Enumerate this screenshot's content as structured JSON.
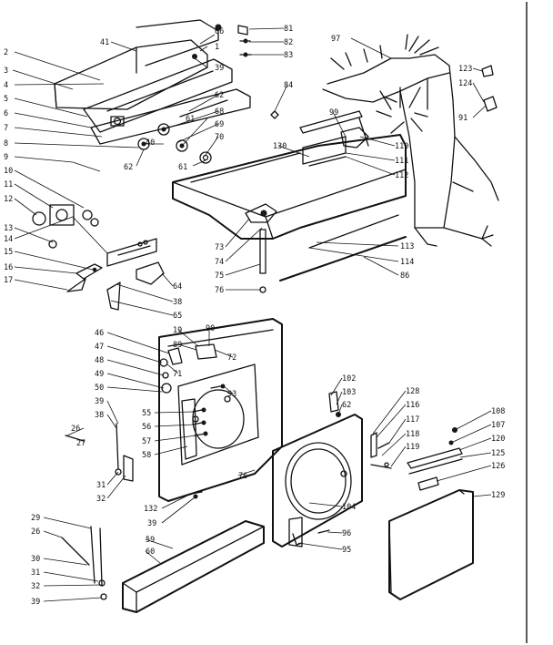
{
  "diagram": {
    "callouts": [
      {
        "id": "c2",
        "text": "2"
      },
      {
        "id": "c3",
        "text": "3"
      },
      {
        "id": "c4",
        "text": "4"
      },
      {
        "id": "c5",
        "text": "5"
      },
      {
        "id": "c6",
        "text": "6"
      },
      {
        "id": "c7",
        "text": "7"
      },
      {
        "id": "c8",
        "text": "8"
      },
      {
        "id": "c9",
        "text": "9"
      },
      {
        "id": "c10",
        "text": "10"
      },
      {
        "id": "c11",
        "text": "11"
      },
      {
        "id": "c12",
        "text": "12"
      },
      {
        "id": "c13",
        "text": "13"
      },
      {
        "id": "c14",
        "text": "14"
      },
      {
        "id": "c15",
        "text": "15"
      },
      {
        "id": "c16",
        "text": "16"
      },
      {
        "id": "c17",
        "text": "17"
      },
      {
        "id": "c41",
        "text": "41"
      },
      {
        "id": "c66",
        "text": "66"
      },
      {
        "id": "c1",
        "text": "1"
      },
      {
        "id": "c39a",
        "text": "39"
      },
      {
        "id": "c62a",
        "text": "62"
      },
      {
        "id": "c61a",
        "text": "61"
      },
      {
        "id": "c68",
        "text": "68"
      },
      {
        "id": "c69",
        "text": "69"
      },
      {
        "id": "c40",
        "text": "40"
      },
      {
        "id": "c62b",
        "text": "62"
      },
      {
        "id": "c70",
        "text": "70"
      },
      {
        "id": "c61b",
        "text": "61"
      },
      {
        "id": "c81",
        "text": "81"
      },
      {
        "id": "c82",
        "text": "82"
      },
      {
        "id": "c83",
        "text": "83"
      },
      {
        "id": "c84",
        "text": "84"
      },
      {
        "id": "c97",
        "text": "97"
      },
      {
        "id": "c123",
        "text": "123"
      },
      {
        "id": "c124",
        "text": "124"
      },
      {
        "id": "c91",
        "text": "91"
      },
      {
        "id": "c99",
        "text": "99"
      },
      {
        "id": "c130",
        "text": "130"
      },
      {
        "id": "c110",
        "text": "110"
      },
      {
        "id": "c111",
        "text": "111"
      },
      {
        "id": "c112",
        "text": "112"
      },
      {
        "id": "c73",
        "text": "73"
      },
      {
        "id": "c74",
        "text": "74"
      },
      {
        "id": "c75",
        "text": "75"
      },
      {
        "id": "c76a",
        "text": "76"
      },
      {
        "id": "c113",
        "text": "113"
      },
      {
        "id": "c114",
        "text": "114"
      },
      {
        "id": "c86",
        "text": "86"
      },
      {
        "id": "c64",
        "text": "64"
      },
      {
        "id": "c38a",
        "text": "38"
      },
      {
        "id": "c65",
        "text": "65"
      },
      {
        "id": "c46",
        "text": "46"
      },
      {
        "id": "c47",
        "text": "47"
      },
      {
        "id": "c48",
        "text": "48"
      },
      {
        "id": "c49",
        "text": "49"
      },
      {
        "id": "c50",
        "text": "50"
      },
      {
        "id": "c39b",
        "text": "39"
      },
      {
        "id": "c38b",
        "text": "38"
      },
      {
        "id": "c26a",
        "text": "26"
      },
      {
        "id": "c27",
        "text": "27"
      },
      {
        "id": "c31a",
        "text": "31"
      },
      {
        "id": "c32a",
        "text": "32"
      },
      {
        "id": "c19",
        "text": "19"
      },
      {
        "id": "c89",
        "text": "89"
      },
      {
        "id": "c71",
        "text": "71"
      },
      {
        "id": "c90",
        "text": "90"
      },
      {
        "id": "c72",
        "text": "72"
      },
      {
        "id": "c93",
        "text": "93"
      },
      {
        "id": "c55",
        "text": "55"
      },
      {
        "id": "c56",
        "text": "56"
      },
      {
        "id": "c57",
        "text": "57"
      },
      {
        "id": "c58",
        "text": "58"
      },
      {
        "id": "c76b",
        "text": "76"
      },
      {
        "id": "c132",
        "text": "132"
      },
      {
        "id": "c39c",
        "text": "39"
      },
      {
        "id": "c29",
        "text": "29"
      },
      {
        "id": "c26b",
        "text": "26"
      },
      {
        "id": "c30",
        "text": "30"
      },
      {
        "id": "c31b",
        "text": "31"
      },
      {
        "id": "c32b",
        "text": "32"
      },
      {
        "id": "c39d",
        "text": "39"
      },
      {
        "id": "c59",
        "text": "59"
      },
      {
        "id": "c60",
        "text": "60"
      },
      {
        "id": "c102",
        "text": "102"
      },
      {
        "id": "c103",
        "text": "103"
      },
      {
        "id": "c62c",
        "text": "62"
      },
      {
        "id": "c104",
        "text": "104"
      },
      {
        "id": "c96",
        "text": "96"
      },
      {
        "id": "c95",
        "text": "95"
      },
      {
        "id": "c128",
        "text": "128"
      },
      {
        "id": "c116",
        "text": "116"
      },
      {
        "id": "c117",
        "text": "117"
      },
      {
        "id": "c118",
        "text": "118"
      },
      {
        "id": "c119",
        "text": "119"
      },
      {
        "id": "c108",
        "text": "108"
      },
      {
        "id": "c107",
        "text": "107"
      },
      {
        "id": "c120",
        "text": "120"
      },
      {
        "id": "c125",
        "text": "125"
      },
      {
        "id": "c126",
        "text": "126"
      },
      {
        "id": "c129",
        "text": "129"
      }
    ]
  }
}
